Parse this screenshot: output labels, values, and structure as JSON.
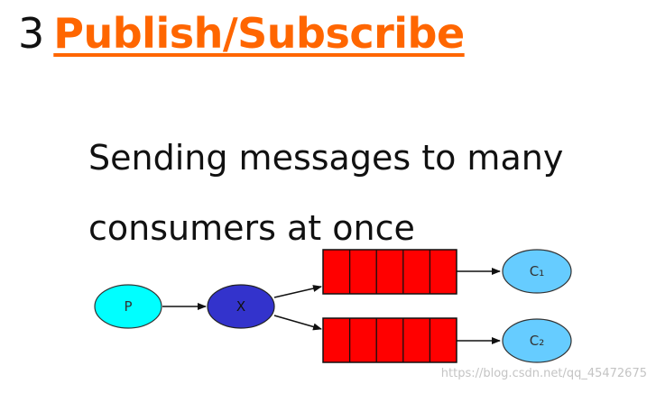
{
  "title": {
    "number": "3",
    "text": "Publish/Subscribe",
    "color": "#ff6600"
  },
  "subtitle": {
    "line1": "Sending messages to many",
    "line2": "consumers at once"
  },
  "diagram": {
    "producer": {
      "label": "P",
      "fill": "#00ffff"
    },
    "exchange": {
      "label": "X",
      "fill": "#3333cc"
    },
    "queue_fill": "#ff0000",
    "consumers": [
      {
        "label": "C₁",
        "fill": "#66ccff"
      },
      {
        "label": "C₂",
        "fill": "#66ccff"
      }
    ]
  },
  "watermark": "https://blog.csdn.net/qq_45472675"
}
